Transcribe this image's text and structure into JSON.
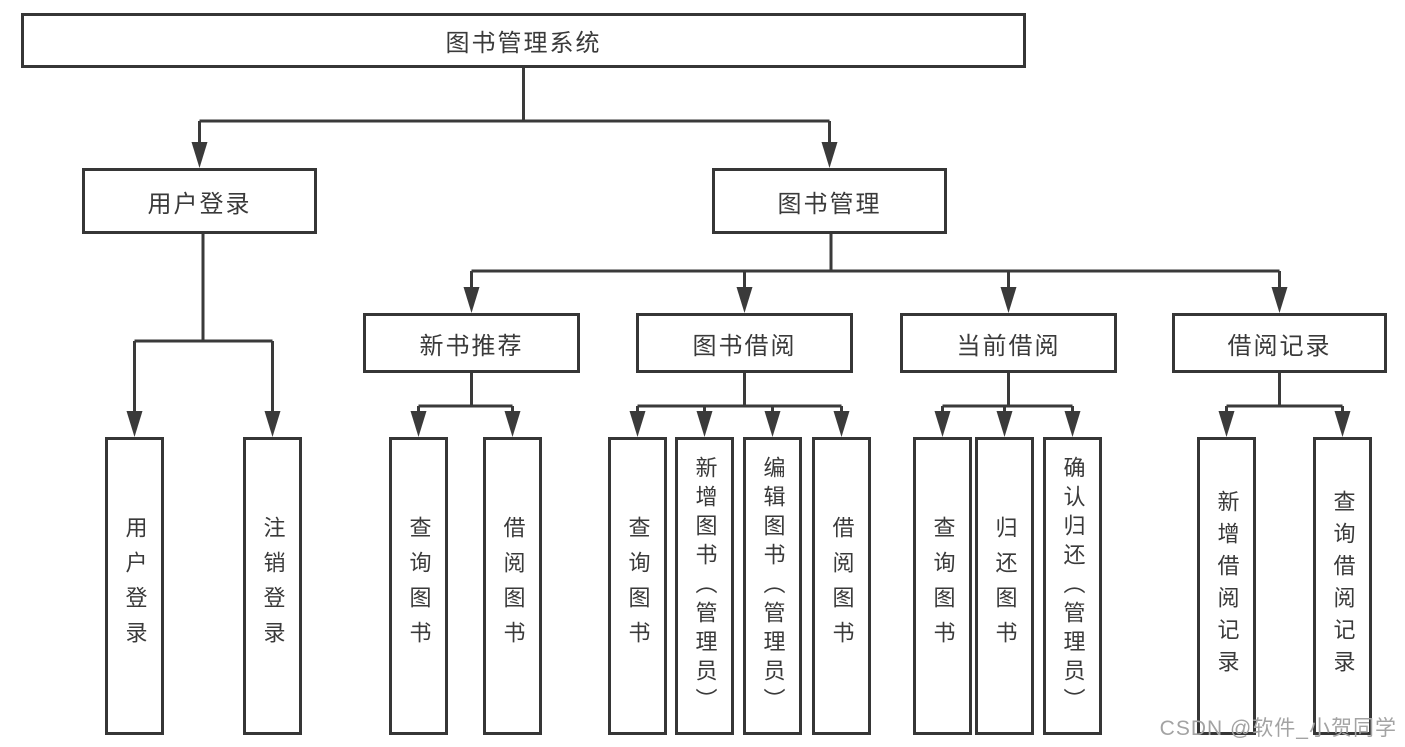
{
  "diagram": {
    "root": {
      "label": "图书管理系统"
    },
    "branches": [
      {
        "label": "用户登录",
        "children": [
          {
            "label": "用户登录"
          },
          {
            "label": "注销登录"
          }
        ]
      },
      {
        "label": "图书管理",
        "children": [
          {
            "label": "新书推荐",
            "children": [
              {
                "label": "查询图书"
              },
              {
                "label": "借阅图书"
              }
            ]
          },
          {
            "label": "图书借阅",
            "children": [
              {
                "label": "查询图书"
              },
              {
                "label": "新增图书（管理员）"
              },
              {
                "label": "编辑图书（管理员）"
              },
              {
                "label": "借阅图书"
              }
            ]
          },
          {
            "label": "当前借阅",
            "children": [
              {
                "label": "查询图书"
              },
              {
                "label": "归还图书"
              },
              {
                "label": "确认归还（管理员）"
              }
            ]
          },
          {
            "label": "借阅记录",
            "children": [
              {
                "label": "新增借阅记录"
              },
              {
                "label": "查询借阅记录"
              }
            ]
          }
        ]
      }
    ]
  },
  "watermark": {
    "text": "CSDN @软件_小贺同学"
  },
  "colors": {
    "line": "#3a3a3a",
    "box_border": "#363636",
    "box_fill": "#ffffff",
    "text": "#3a3a3a",
    "watermark": "#a3a3a3"
  }
}
